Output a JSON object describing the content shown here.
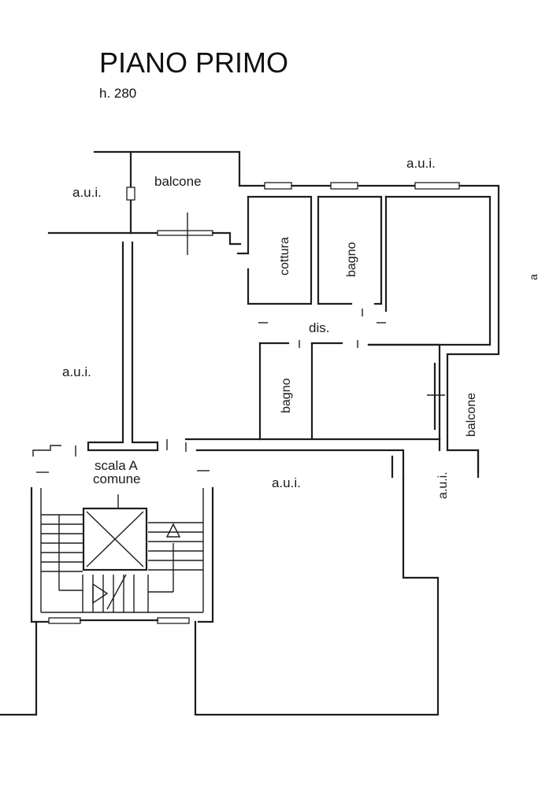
{
  "title": "PIANO PRIMO",
  "height_note": "h. 280",
  "rooms": {
    "aui_top_left": "a.u.i.",
    "balcone_top": "balcone",
    "aui_top_right": "a.u.i.",
    "cottura": "cottura",
    "bagno_upper": "bagno",
    "dis": "dis.",
    "aui_left": "a.u.i.",
    "bagno_lower": "bagno",
    "balcone_right": "balcone",
    "scala_line1": "scala A",
    "scala_line2": "comune",
    "aui_center": "a.u.i.",
    "aui_right_vertical": "a.u.i.",
    "edge_fragment": "a"
  }
}
